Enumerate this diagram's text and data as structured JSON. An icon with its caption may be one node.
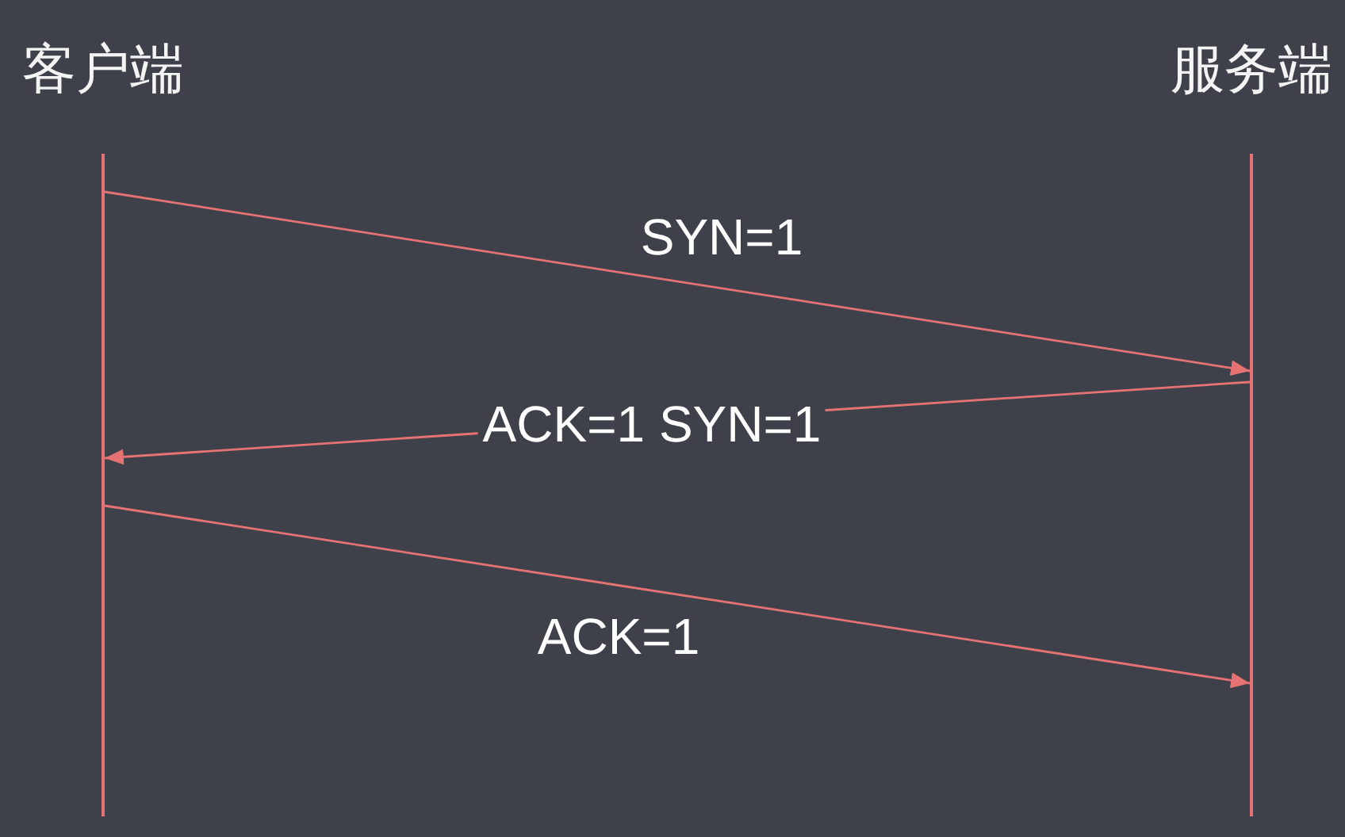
{
  "diagram": {
    "nodes": [
      {
        "text": [
          "客户端"
        ]
      },
      {
        "text": [
          "服务端"
        ]
      }
    ],
    "edges": [
      {
        "from": 0,
        "to": 1,
        "arrow": "to",
        "label": "SYN=1"
      },
      {
        "from": 1,
        "to": 0,
        "arrow": "to",
        "label": "ACK=1 SYN=1"
      },
      {
        "from": 0,
        "to": 1,
        "arrow": "to",
        "label": "ACK=1"
      }
    ]
  }
}
